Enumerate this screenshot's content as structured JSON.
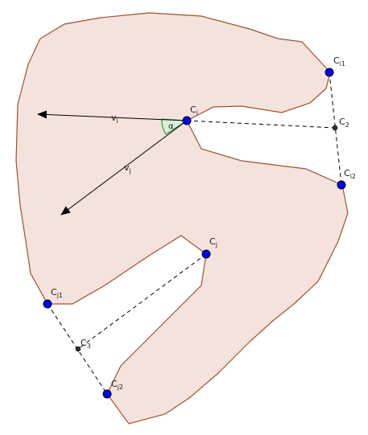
{
  "colors": {
    "region_fill": "#f4e3dc",
    "region_stroke": "#a0522d",
    "point_fill": "#0000ff",
    "aux_point_fill": "#333333",
    "angle_fill": "#d9f0d9",
    "angle_stroke": "#2e7d32"
  },
  "points": {
    "ci": {
      "base": "C",
      "sub": "i"
    },
    "ci1": {
      "base": "C",
      "sub": "i1"
    },
    "ci2": {
      "base": "C",
      "sub": "i2"
    },
    "cj": {
      "base": "C",
      "sub": "j"
    },
    "cj1": {
      "base": "C",
      "sub": "j1"
    },
    "cj2": {
      "base": "C",
      "sub": "j2"
    },
    "c2": {
      "base": "C",
      "sub": "2"
    },
    "c3": {
      "base": "C",
      "sub": "3"
    }
  },
  "vectors": {
    "vi": {
      "base": "v",
      "sub": "i"
    },
    "vj": {
      "base": "v",
      "sub": "j"
    }
  },
  "angle_label": "α"
}
